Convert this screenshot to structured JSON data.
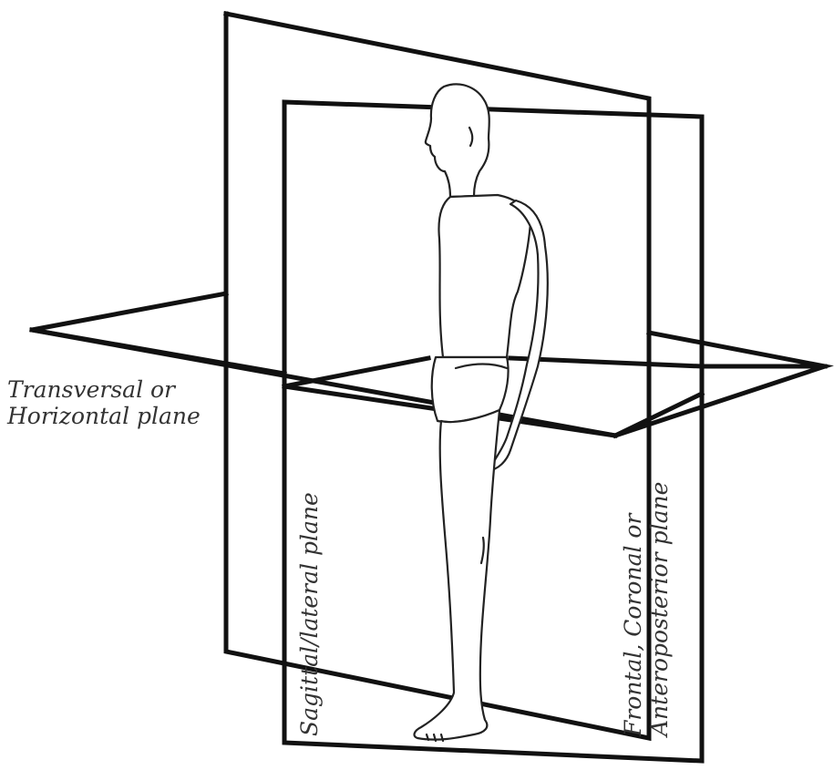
{
  "diagram": {
    "labels": {
      "transverse_line1": "Transversal or",
      "transverse_line2": "Horizontal plane",
      "sagittal": "Sagittal/lateral plane",
      "frontal_line1": "Frontal, Coronal or",
      "frontal_line2": "Anteroposterior plane"
    },
    "colors": {
      "line": "#111111",
      "text": "#333333",
      "background": "#ffffff"
    }
  }
}
